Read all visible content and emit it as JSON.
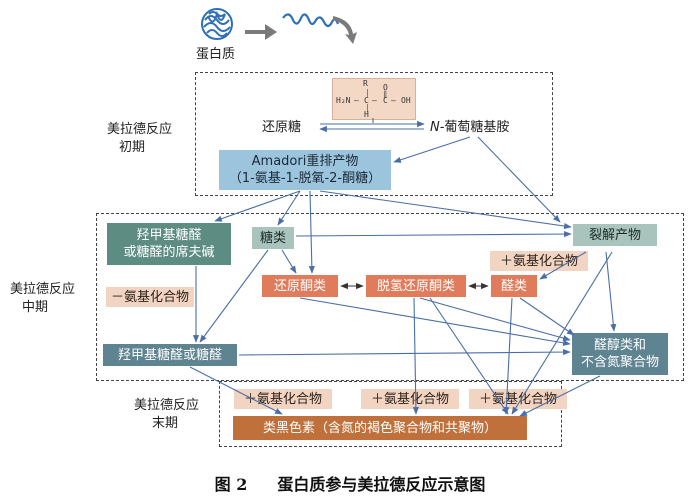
{
  "protein": {
    "label": "蛋白质"
  },
  "stages": {
    "early": {
      "line1": "美拉德反应",
      "line2": "初期"
    },
    "middle": {
      "line1": "美拉德反应",
      "line2": "中期"
    },
    "final": {
      "line1": "美拉德反应",
      "line2": "末期"
    }
  },
  "chem_structure": {
    "r": "R",
    "left": "H₂N",
    "carbon": "C",
    "carbonyl": "C",
    "oxygen": "O",
    "hydroxyl": "OH",
    "hydrogen": "H"
  },
  "nodes": {
    "reducing_sugar": "还原糖",
    "glucosamine_prefix": "N-",
    "glucosamine": "葡萄糖基胺",
    "amadori_line1": "Amadori重排产物",
    "amadori_line2": "（1-氨基-1-脱氧-2-酮糖）",
    "hmf_schiff_line1": "羟甲基糖醛",
    "hmf_schiff_line2": "或糖醛的席夫碱",
    "sugars": "糖类",
    "cleavage_products": "裂解产物",
    "plus_amino_1": "＋氨基化合物",
    "minus_amino": "－氨基化合物",
    "reductones": "还原酮类",
    "dehydroreductones": "脱氢还原酮类",
    "aldehydes": "醛类",
    "hmf": "羟甲基糖醛或糖醛",
    "aldols_line1": "醛醇类和",
    "aldols_line2": "不含氮聚合物",
    "plus_amino_2": "＋氨基化合物",
    "plus_amino_3": "＋氨基化合物",
    "plus_amino_4": "＋氨基化合物",
    "melanoidins": "类黑色素（含氮的褐色聚合物和共聚物）"
  },
  "caption": {
    "figure_no": "图 2",
    "title": "蛋白质参与美拉德反应示意图"
  },
  "colors": {
    "teal": "#5d8c82",
    "blue": "#9cc4dd",
    "tan": "#f2d4c2",
    "salmon": "#e07c5c",
    "steel": "#5e8391",
    "brown": "#c0713b",
    "arrow": "#4a6fa5",
    "protein": "#2e6fb5"
  }
}
